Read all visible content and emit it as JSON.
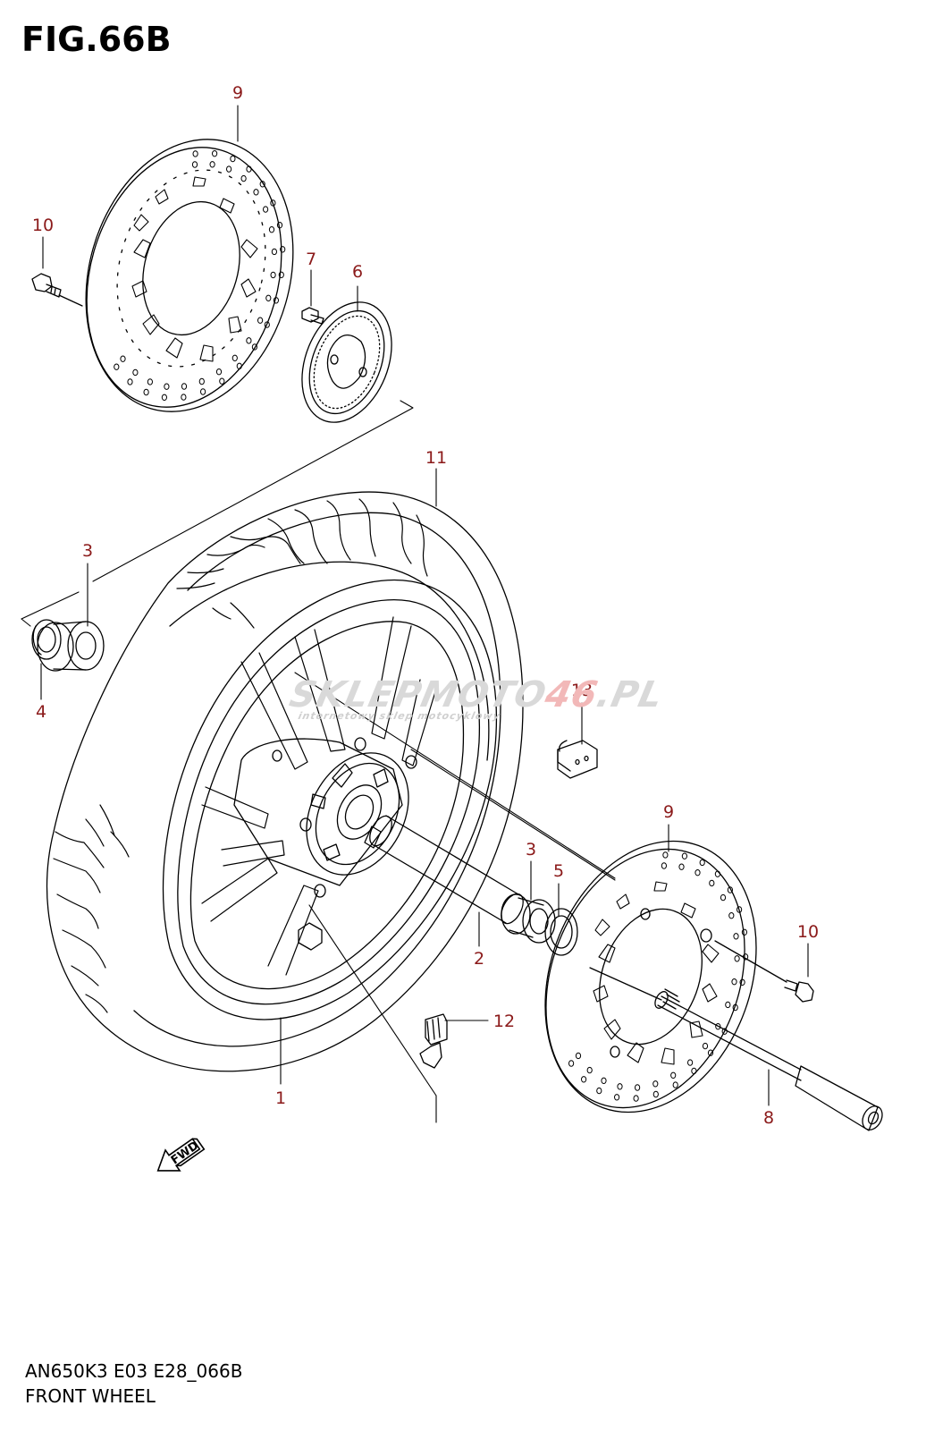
{
  "figure": {
    "title": "FIG.66B",
    "model_code": "AN650K3 E03 E28_066B",
    "section_name": "FRONT WHEEL"
  },
  "watermark": {
    "brand_prefix": "SKLEPMOTO",
    "brand_accent": "46",
    "brand_suffix": ".PL",
    "tagline": "internetowy sklep motocyklowy"
  },
  "direction_marker": {
    "label": "FWD"
  },
  "callouts": {
    "c9_top": "9",
    "c10_left": "10",
    "c7": "7",
    "c6": "6",
    "c11": "11",
    "c3_left": "3",
    "c4": "4",
    "c13": "13",
    "c9_right": "9",
    "c3_right": "3",
    "c5": "5",
    "c10_right": "10",
    "c2": "2",
    "c12": "12",
    "c1": "1",
    "c8": "8"
  },
  "colors": {
    "line": "#000000",
    "callout": "#8b1a1a",
    "watermark_gray": "#d9d9d9",
    "watermark_red": "#f2b8b8"
  }
}
